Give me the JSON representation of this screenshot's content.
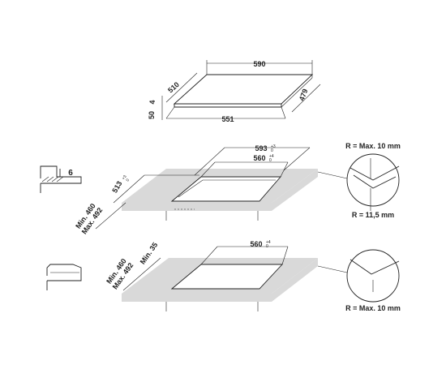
{
  "hob": {
    "width": "590",
    "depth": "510",
    "glass_thickness": "4",
    "height_below": "50",
    "body_width": "551",
    "body_depth": "479"
  },
  "cutout_top": {
    "outer_width": "593",
    "outer_width_tol_plus": "+3",
    "outer_width_tol_minus": "0",
    "inner_width": "560",
    "inner_width_tol_plus": "+4",
    "inner_width_tol_minus": "0",
    "depth": "513",
    "depth_tol_plus": "+3",
    "depth_tol_minus": "0",
    "min_depth": "Min. 460",
    "max_depth": "Max. 492",
    "recess": "6",
    "corner_outer": "R = Max. 10 mm",
    "corner_inner": "R = 11,5 mm"
  },
  "cutout_bottom": {
    "width": "560",
    "width_tol_plus": "+4",
    "width_tol_minus": "0",
    "min_depth": "Min. 460",
    "max_depth": "Max. 492",
    "min_edge": "Min. 35",
    "corner": "R = Max. 10 mm"
  }
}
